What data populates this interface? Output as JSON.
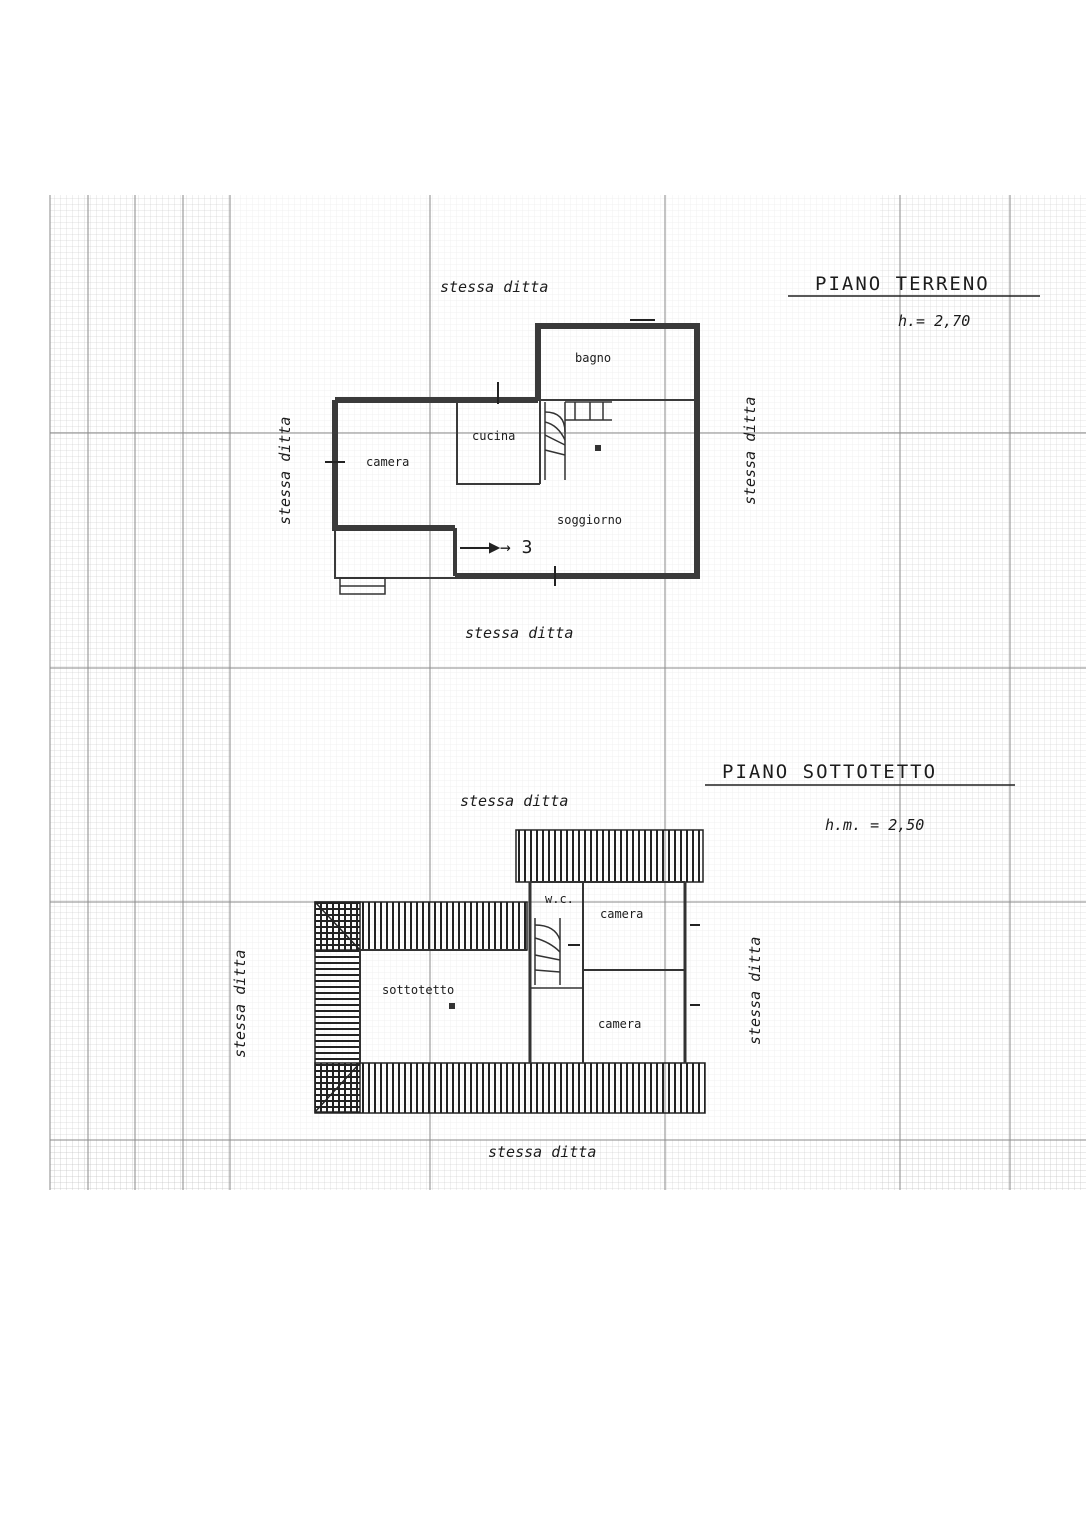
{
  "ground_floor": {
    "title": "PIANO TERRENO",
    "height": "h.= 2,70",
    "rooms": {
      "bagno": "bagno",
      "cucina": "cucina",
      "camera": "camera",
      "soggiorno": "soggiorno"
    },
    "marker": "→ 3",
    "neighbors": {
      "top": "stessa ditta",
      "left": "stessa ditta",
      "right": "stessa ditta",
      "bottom": "stessa ditta"
    }
  },
  "attic_floor": {
    "title": "PIANO  SOTTOTETTO",
    "height": "h.m. = 2,50",
    "rooms": {
      "wc": "w.c.",
      "camera_top": "camera",
      "camera_bottom": "camera",
      "sottotetto": "sottotetto"
    },
    "neighbors": {
      "top": "stessa ditta",
      "left": "stessa ditta",
      "right": "stessa ditta",
      "bottom": "stessa ditta"
    }
  },
  "colors": {
    "ink": "#1c1c1c",
    "wall": "#3a3a3a",
    "grid": "#9a9a9a"
  }
}
